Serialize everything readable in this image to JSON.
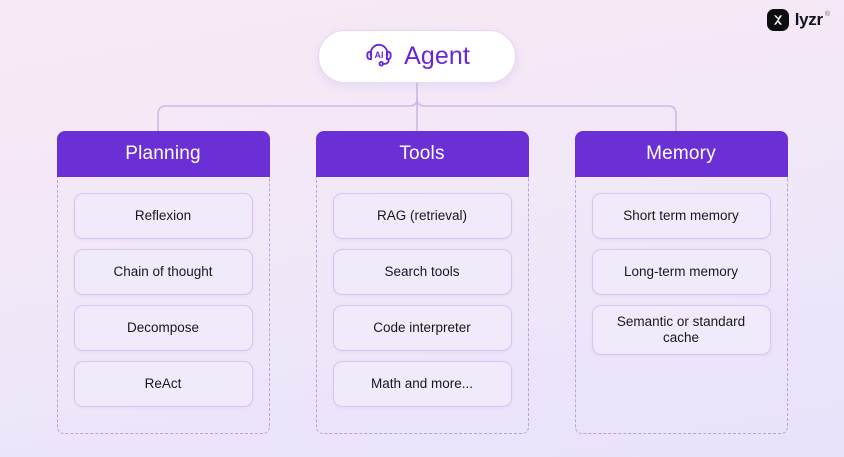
{
  "brand": {
    "mark_icon": "lyzr-x-mark-icon",
    "wordmark": "lyzr",
    "trademark": "®"
  },
  "root": {
    "label": "Agent",
    "icon": "ai-headset-icon",
    "accent_color": "#6926d8"
  },
  "theme": {
    "header_purple": "#6b2fd6",
    "pill_fill": "#f1eafb",
    "pill_border": "#d9c4ef",
    "dashed_border": "#b9a3d6",
    "connector_color": "#cdb9ea",
    "background_top": "#f8eaf6",
    "background_bottom": "#e8e2fb"
  },
  "columns": [
    {
      "title": "Planning",
      "items": [
        {
          "label": "Reflexion"
        },
        {
          "label": "Chain of thought"
        },
        {
          "label": "Decompose"
        },
        {
          "label": "ReAct"
        }
      ]
    },
    {
      "title": "Tools",
      "items": [
        {
          "label": "RAG (retrieval)"
        },
        {
          "label": "Search tools"
        },
        {
          "label": "Code interpreter"
        },
        {
          "label": "Math and more..."
        }
      ]
    },
    {
      "title": "Memory",
      "items": [
        {
          "label": "Short term memory"
        },
        {
          "label": "Long-term memory"
        },
        {
          "label": "Semantic or standard cache",
          "two_line": true
        }
      ]
    }
  ]
}
